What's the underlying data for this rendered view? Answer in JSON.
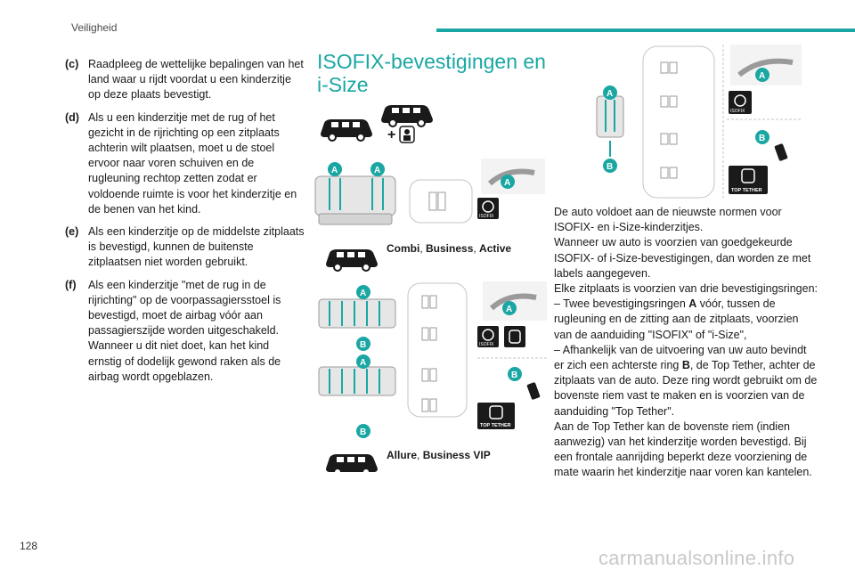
{
  "header": {
    "section": "Veiligheid",
    "page_number": "128"
  },
  "left_column": {
    "items": [
      {
        "label": "(c)",
        "text": "Raadpleeg de wettelijke bepalingen van het land waar u rijdt voordat u een kinderzitje op deze plaats bevestigt."
      },
      {
        "label": "(d)",
        "text": "Als u een kinderzitje met de rug of het gezicht in de rijrichting op een zitplaats achterin wilt plaatsen, moet u de stoel ervoor naar voren schuiven en de rugleuning rechtop zetten zodat er voldoende ruimte is voor het kinderzitje en de benen van het kind."
      },
      {
        "label": "(e)",
        "text": "Als een kinderzitje op de middelste zitplaats is bevestigd, kunnen de buitenste zitplaatsen niet worden gebruikt."
      },
      {
        "label": "(f)",
        "text": "Als een kinderzitje \"met de rug in de rijrichting\" op de voorpassagiersstoel is bevestigd, moet de airbag vóór aan passagierszijde worden uitgeschakeld. Wanneer u dit niet doet, kan het kind ernstig of dodelijk gewond raken als de airbag wordt opgeblazen."
      }
    ]
  },
  "middle_column": {
    "title": "ISOFIX-bevestigingen en i-Size",
    "caption_1": {
      "names": "Combi",
      "sep1": ", ",
      "name2": "Business",
      "sep2": ", ",
      "name3": "Active"
    },
    "caption_2": {
      "names": "Allure",
      "sep1": ", ",
      "name2": "Business VIP"
    }
  },
  "diagram_labels": {
    "anchor_a": "A",
    "anchor_b": "B",
    "isofix": "ISOFIX",
    "top_tether": "TOP TETHER"
  },
  "right_column": {
    "p1": "De auto voldoet aan de nieuwste normen voor ISOFIX- en i-Size-kinderzitjes.",
    "p2": "Wanneer uw auto is voorzien van goedgekeurde ISOFIX- of i-Size-bevestigingen, dan worden ze met labels aangegeven.",
    "p3": "Elke zitplaats is voorzien van drie bevestigingsringen:",
    "p4a": "– Twee bevestigingsringen ",
    "p4b": "A",
    "p4c": " vóór, tussen de rugleuning en de zitting aan de zitplaats, voorzien van de aanduiding \"ISOFIX\" of \"i-Size\",",
    "p5a": "– Afhankelijk van de uitvoering van uw auto bevindt er zich een achterste ring ",
    "p5b": "B",
    "p5c": ", de Top Tether, achter de zitplaats van de auto. Deze ring wordt gebruikt om de bovenste riem vast te maken en is voorzien van de aanduiding \"Top Tether\".",
    "p6": "Aan de Top Tether kan de bovenste riem (indien aanwezig) van het kinderzitje worden bevestigd. Bij een frontale aanrijding beperkt deze voorziening de mate waarin het kinderzitje naar voren kan kantelen."
  },
  "colors": {
    "accent": "#1aa7a3",
    "diagram_gray": "#9a9a9a",
    "dark": "#1a1a1a"
  }
}
